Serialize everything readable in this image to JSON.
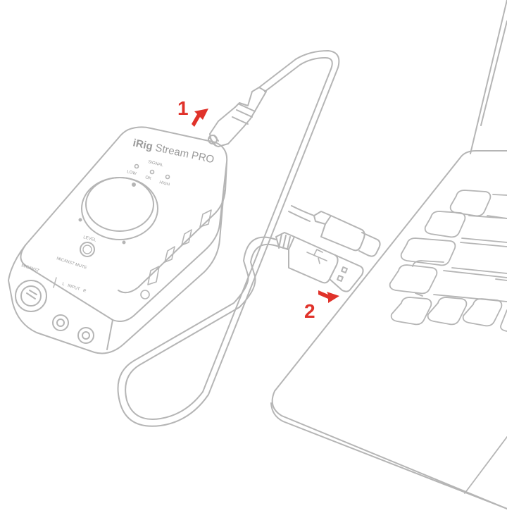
{
  "steps": {
    "step1": "1",
    "step2": "2"
  },
  "device": {
    "brand_bold": "iRig",
    "brand_rest": " Stream PRO",
    "signal_label": "SIGNAL",
    "low": "LOW",
    "ok": "OK",
    "high": "HIGH",
    "level": "LEVEL",
    "mute": "MIC/INST MUTE",
    "mic_inst": "MIC/INST",
    "input": "L   INPUT   R"
  },
  "colors": {
    "line": "#b5b5b5",
    "arrow": "#e0322a",
    "step_text": "#e0322a"
  }
}
